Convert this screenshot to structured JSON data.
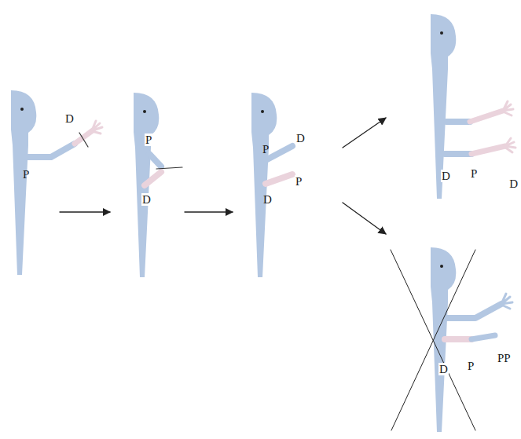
{
  "diagram": {
    "labels": [
      "D",
      "P",
      "P",
      "D",
      "P",
      "D",
      "P",
      "D",
      "D",
      "P",
      "D",
      "D",
      "P",
      "PP"
    ]
  }
}
